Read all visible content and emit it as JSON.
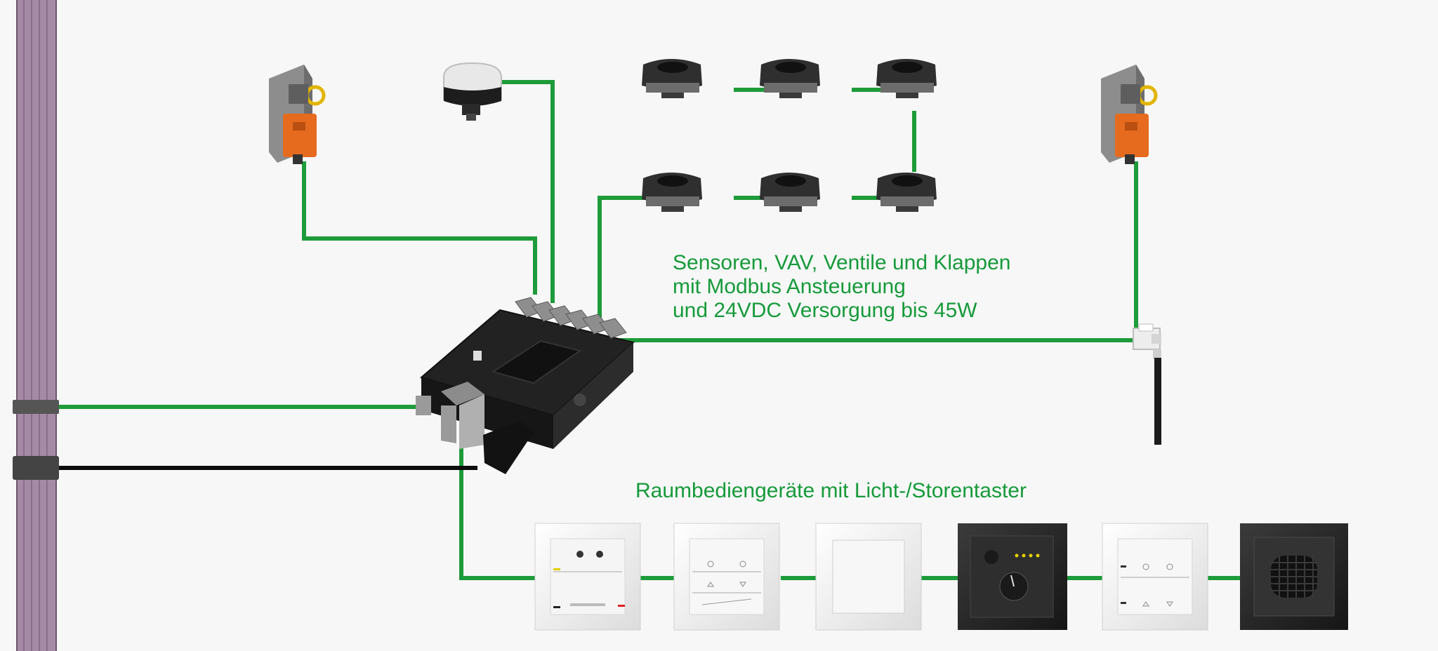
{
  "labels": {
    "modbus": [
      "Sensoren, VAV, Ventile und Klappen",
      "mit Modbus Ansteuerung",
      "und 24VDC Versorgung bis 45W"
    ],
    "panels": "Raumbediengeräte mit Licht-/Storentaster"
  },
  "colors": {
    "cable_green": "#1e9b3a",
    "bus_black": "#0d0d0d",
    "conduit_purple": "#a58aa5",
    "actuator_orange": "#e66b1f",
    "controller_black": "#1d1d1f",
    "panel_white": "#ffffff",
    "panel_anthracite": "#2e2e2e"
  },
  "devices": {
    "controller": "room-controller",
    "damper_actuators": 2,
    "valve_actuator": 1,
    "vav_sensors": 6,
    "duct_sensor": 1,
    "room_panels": 6
  }
}
